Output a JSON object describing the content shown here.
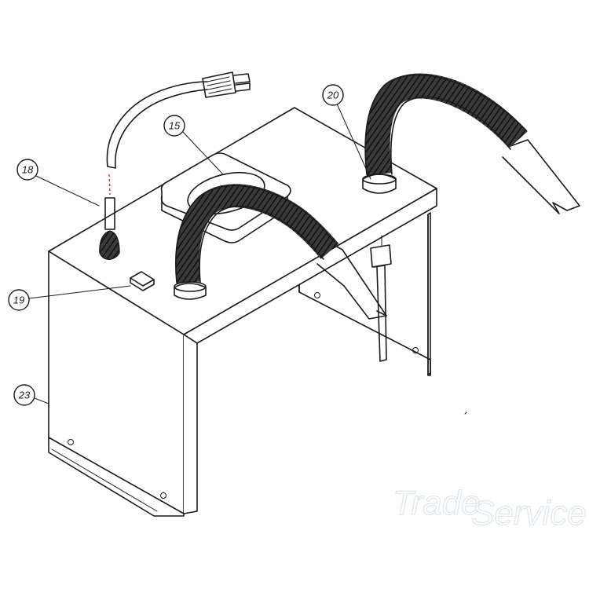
{
  "callouts": [
    {
      "id": "15",
      "label": "15"
    },
    {
      "id": "18",
      "label": "18"
    },
    {
      "id": "19",
      "label": "19"
    },
    {
      "id": "20",
      "label": "20"
    },
    {
      "id": "23",
      "label": "23"
    }
  ],
  "watermark": {
    "part1": "Trade",
    "part2": "Service"
  },
  "colors": {
    "line": "#1a1a1a",
    "hose": "#2a2a2a",
    "wire_accent": "#d9262b",
    "watermark": "#dfe6ea"
  }
}
